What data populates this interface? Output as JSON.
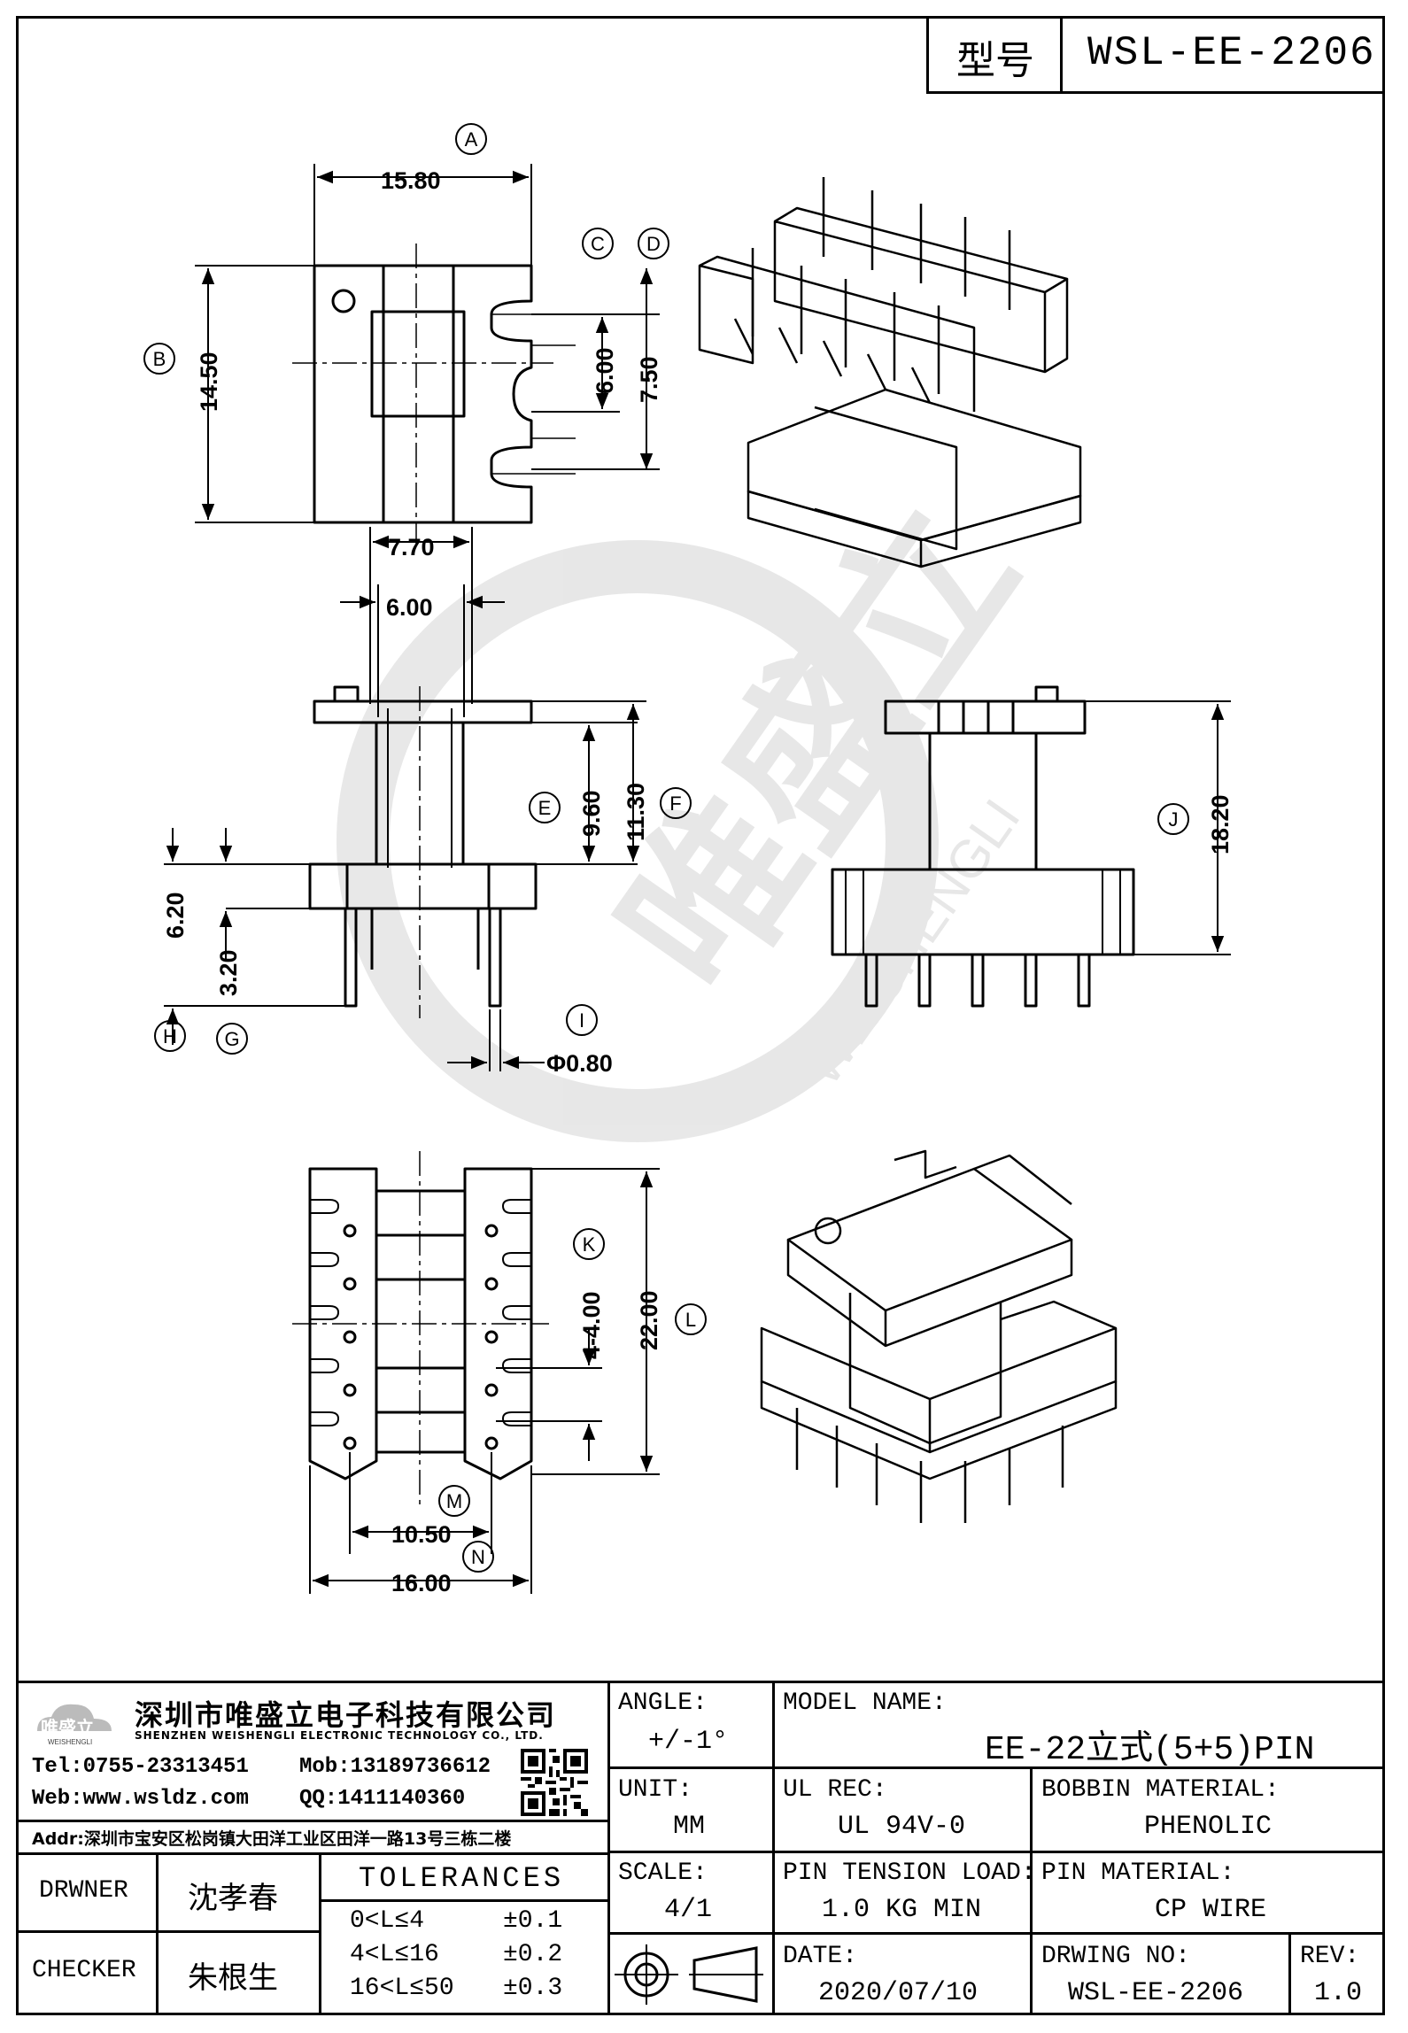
{
  "header": {
    "model_label": "型号",
    "model_value": "WSL-EE-2206"
  },
  "dims": {
    "A": "A",
    "B": "B",
    "C": "C",
    "D": "D",
    "E": "E",
    "F": "F",
    "G": "G",
    "H": "H",
    "I": "I",
    "J": "J",
    "K": "K",
    "L": "L",
    "M": "M",
    "N": "N",
    "a_val": "15.80",
    "b_val": "14.50",
    "c_val": "6.00",
    "d_val": "7.50",
    "w1_val": "7.70",
    "w2_val": "6.00",
    "e_val": "9.60",
    "f_val": "11.30",
    "h_val": "6.20",
    "g_val": "3.20",
    "i_val": "Φ0.80",
    "j_val": "18.20",
    "k_val": "4-4.00",
    "l_val": "22.00",
    "m_val": "10.50",
    "n_val": "16.00"
  },
  "watermark": {
    "cn": "唯盛立",
    "en": "WEISHENGLI"
  },
  "company": {
    "logo_cn": "唯盛立",
    "logo_en": "WEISHENGLI",
    "name_cn": "深圳市唯盛立电子科技有限公司",
    "name_en": "SHENZHEN WEISHENGLI ELECTRONIC TECHNOLOGY CO., LTD.",
    "tel": "Tel:0755-23313451",
    "mob": "Mob:13189736612",
    "web": "Web:www.wsldz.com",
    "qq": "QQ:1411140360",
    "addr": "Addr:深圳市宝安区松岗镇大田洋工业区田洋一路13号三栋二楼"
  },
  "titleblock": {
    "angle_label": "ANGLE:",
    "angle_value": "+/-1°",
    "model_name_label": "MODEL NAME:",
    "model_name_value": "EE-22立式(5+5)PIN",
    "unit_label": "UNIT:",
    "unit_value": "MM",
    "ul_label": "UL REC:",
    "ul_value": "UL 94V-0",
    "bobbin_label": "BOBBIN MATERIAL:",
    "bobbin_value": "PHENOLIC",
    "scale_label": "SCALE:",
    "scale_value": "4/1",
    "tension_label": "PIN TENSION LOAD:",
    "tension_value": "1.0 KG MIN",
    "pinmat_label": "PIN MATERIAL:",
    "pinmat_value": "CP WIRE",
    "date_label": "DATE:",
    "date_value": "2020/07/10",
    "drwno_label": "DRWING NO:",
    "drwno_value": "WSL-EE-2206",
    "rev_label": "REV:",
    "rev_value": "1.0",
    "drawer_label": "DRWNER",
    "drawer_value": "沈孝春",
    "checker_label": "CHECKER",
    "checker_value": "朱根生",
    "tol_title": "TOLERANCES",
    "tol_rows": [
      {
        "range": "0<L≤4",
        "val": "±0.1"
      },
      {
        "range": "4<L≤16",
        "val": "±0.2"
      },
      {
        "range": "16<L≤50",
        "val": "±0.3"
      }
    ]
  }
}
